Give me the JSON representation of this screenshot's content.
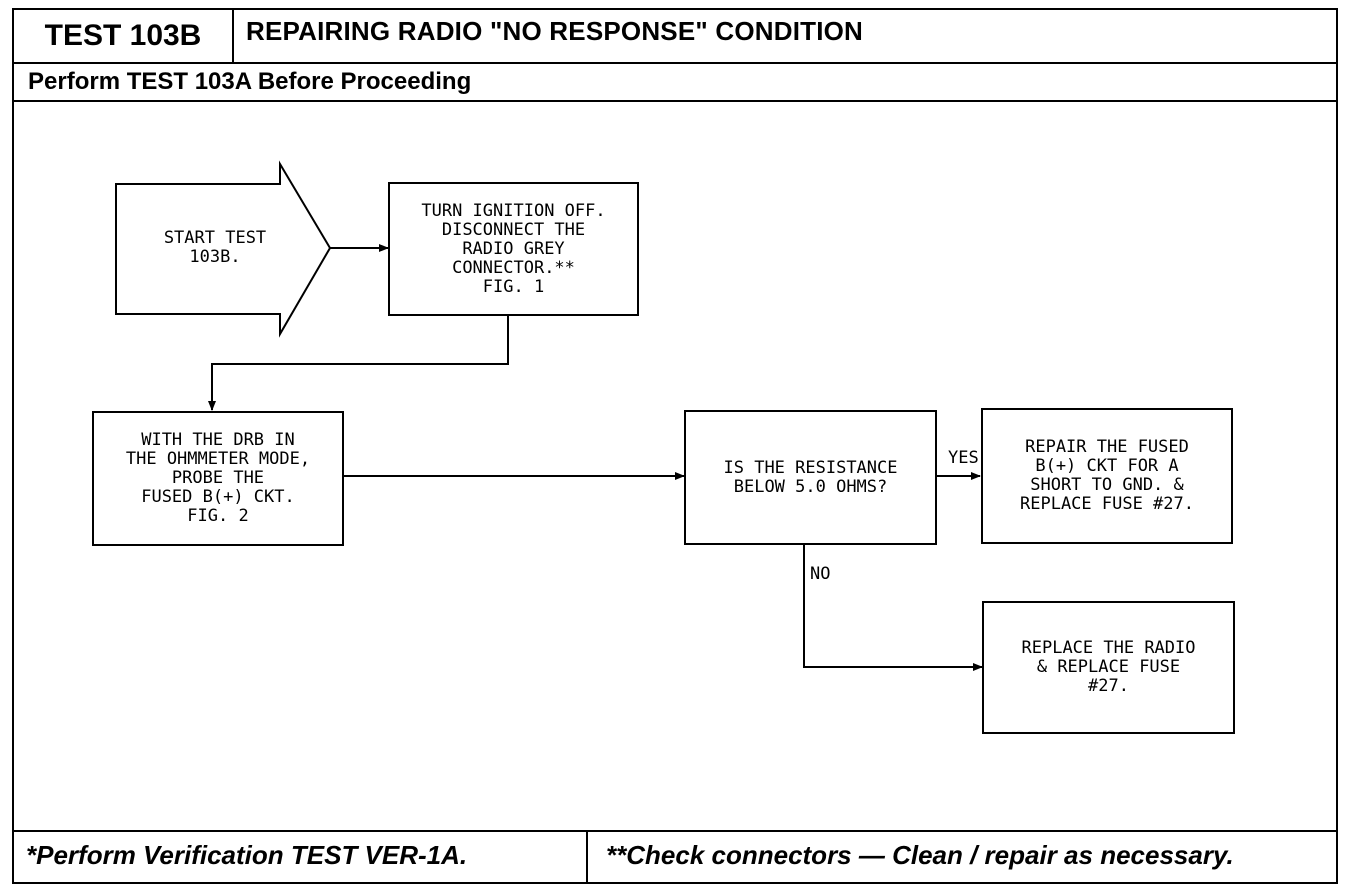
{
  "header": {
    "test_id": "TEST 103B",
    "title": "REPAIRING RADIO \"NO RESPONSE\" CONDITION",
    "prerequisite": "Perform TEST 103A Before Proceeding"
  },
  "flowchart": {
    "start": "START TEST\n103B.",
    "step1": "TURN IGNITION OFF.\nDISCONNECT THE\nRADIO GREY\nCONNECTOR.**\nFIG. 1",
    "step2": "WITH THE DRB IN\nTHE OHMMETER MODE,\nPROBE THE\nFUSED B(+) CKT.\nFIG. 2",
    "decision": "IS THE RESISTANCE\nBELOW 5.0 OHMS?",
    "yes_label": "YES",
    "no_label": "NO",
    "yes_action": "REPAIR THE FUSED\nB(+) CKT FOR A\nSHORT TO GND. &\nREPLACE FUSE #27.",
    "no_action": "REPLACE THE RADIO\n& REPLACE FUSE\n#27."
  },
  "footer": {
    "left": "*Perform Verification TEST VER-1A.",
    "right": "**Check connectors — Clean / repair as necessary."
  }
}
